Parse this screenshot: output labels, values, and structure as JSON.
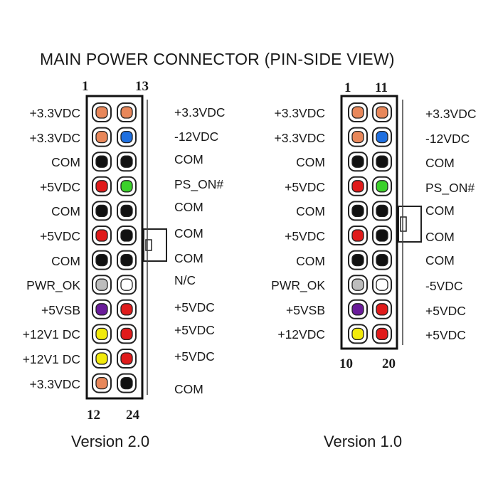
{
  "title": "MAIN POWER CONNECTOR  (PIN-SIDE VIEW)",
  "colors": {
    "orange": "#E8875A",
    "blue": "#1E6FE0",
    "black": "#111111",
    "red": "#E01B1B",
    "green": "#3BD12A",
    "gray": "#BDBDBD",
    "white": "#FFFFFF",
    "purple": "#6A1B9A",
    "yellow": "#F2EA0A"
  },
  "connectors": [
    {
      "id": "v2",
      "version_label": "Version 2.0",
      "pin_numbers": {
        "top_left": "1",
        "top_right": "13",
        "bottom_left": "12",
        "bottom_right": "24"
      },
      "rows": [
        {
          "left": "+3.3VDC",
          "right": "+3.3VDC",
          "left_color": "orange",
          "right_color": "orange"
        },
        {
          "left": "+3.3VDC",
          "right": "-12VDC",
          "left_color": "orange",
          "right_color": "blue"
        },
        {
          "left": "COM",
          "right": "COM",
          "left_color": "black",
          "right_color": "black"
        },
        {
          "left": "+5VDC",
          "right": "PS_ON#",
          "left_color": "red",
          "right_color": "green"
        },
        {
          "left": "COM",
          "right": "COM",
          "left_color": "black",
          "right_color": "black"
        },
        {
          "left": "+5VDC",
          "right": "COM",
          "left_color": "red",
          "right_color": "black"
        },
        {
          "left": "COM",
          "right": "COM",
          "left_color": "black",
          "right_color": "black"
        },
        {
          "left": "PWR_OK",
          "right": "N/C",
          "left_color": "gray",
          "right_color": "white"
        },
        {
          "left": "+5VSB",
          "right": "+5VDC",
          "left_color": "purple",
          "right_color": "red"
        },
        {
          "left": "+12V1 DC",
          "right": "+5VDC",
          "left_color": "yellow",
          "right_color": "red"
        },
        {
          "left": "+12V1 DC",
          "right": "+5VDC",
          "left_color": "yellow",
          "right_color": "red"
        },
        {
          "left": "+3.3VDC",
          "right": "COM",
          "left_color": "orange",
          "right_color": "black"
        }
      ]
    },
    {
      "id": "v1",
      "version_label": "Version 1.0",
      "pin_numbers": {
        "top_left": "1",
        "top_right": "11",
        "bottom_left": "10",
        "bottom_right": "20"
      },
      "rows": [
        {
          "left": "+3.3VDC",
          "right": "+3.3VDC",
          "left_color": "orange",
          "right_color": "orange"
        },
        {
          "left": "+3.3VDC",
          "right": "-12VDC",
          "left_color": "orange",
          "right_color": "blue"
        },
        {
          "left": "COM",
          "right": "COM",
          "left_color": "black",
          "right_color": "black"
        },
        {
          "left": "+5VDC",
          "right": "PS_ON#",
          "left_color": "red",
          "right_color": "green"
        },
        {
          "left": "COM",
          "right": "COM",
          "left_color": "black",
          "right_color": "black"
        },
        {
          "left": "+5VDC",
          "right": "COM",
          "left_color": "red",
          "right_color": "black"
        },
        {
          "left": "COM",
          "right": "COM",
          "left_color": "black",
          "right_color": "black"
        },
        {
          "left": "PWR_OK",
          "right": "-5VDC",
          "left_color": "gray",
          "right_color": "white"
        },
        {
          "left": "+5VSB",
          "right": "+5VDC",
          "left_color": "purple",
          "right_color": "red"
        },
        {
          "left": "+12VDC",
          "right": "+5VDC",
          "left_color": "yellow",
          "right_color": "red"
        }
      ]
    }
  ]
}
